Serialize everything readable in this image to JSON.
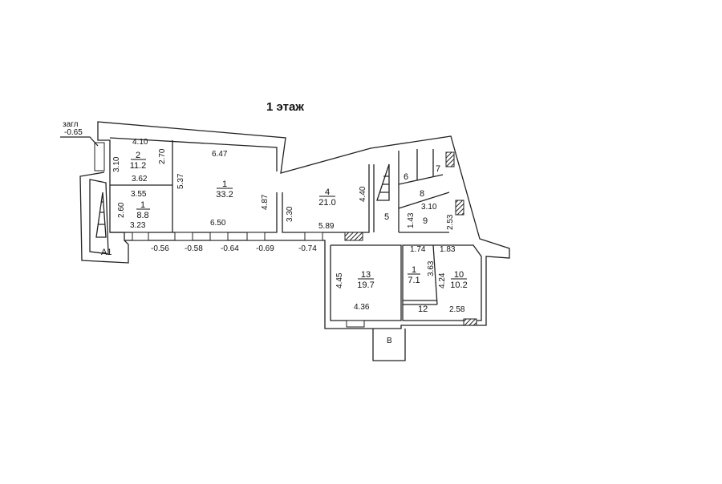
{
  "title": "1 этаж",
  "entrance_note": {
    "label": "загл",
    "level": "-0.65"
  },
  "level_marks": [
    "-0.56",
    "-0.58",
    "-0.64",
    "-0.69",
    "-0.74"
  ],
  "entrances": [
    "А1",
    "В"
  ],
  "rooms": [
    {
      "num": "2",
      "area": "11.2"
    },
    {
      "num": "1",
      "area": "8.8"
    },
    {
      "num": "1",
      "area": "33.2"
    },
    {
      "num": "4",
      "area": "21.0"
    },
    {
      "num": "5"
    },
    {
      "num": "6"
    },
    {
      "num": "7"
    },
    {
      "num": "8"
    },
    {
      "num": "9"
    },
    {
      "num": "13",
      "area": "19.7"
    },
    {
      "num": "1",
      "area": "7.1"
    },
    {
      "num": "10",
      "area": "10.2"
    },
    {
      "num": "12"
    }
  ],
  "dimensions": [
    "4.10",
    "3.10",
    "2.70",
    "3.62",
    "3.55",
    "2.60",
    "3.23",
    "5.37",
    "6.47",
    "6.50",
    "4.87",
    "3.30",
    "4.40",
    "5.89",
    "3.10",
    "1.43",
    "2.53",
    "4.45",
    "4.36",
    "1.74",
    "1.83",
    "3.63",
    "4.24",
    "2.58"
  ]
}
